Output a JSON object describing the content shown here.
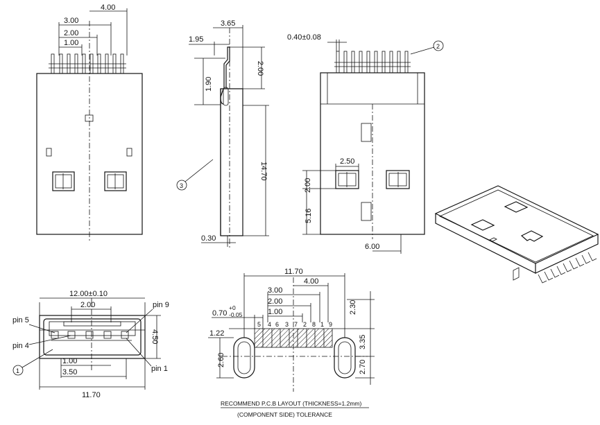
{
  "top_view": {
    "dim_400": "4.00",
    "dim_300": "3.00",
    "dim_200": "2.00",
    "dim_100": "1.00"
  },
  "side_view": {
    "dim_365": "3.65",
    "dim_195": "1.95",
    "dim_200": "2.00",
    "dim_190": "1.90",
    "dim_1470": "14.70",
    "dim_030": "0.30",
    "callout": "3"
  },
  "bottom_view": {
    "dim_pitch": "0.40±0.08",
    "dim_250": "2.50",
    "dim_200": "2.00",
    "dim_516": "5.16",
    "dim_600": "6.00",
    "callout": "2"
  },
  "front_view": {
    "dim_width": "12.00±0.10",
    "dim_200": "2.00",
    "dim_450": "4.50",
    "dim_100": "1.00",
    "dim_350": "3.50",
    "dim_1170": "11.70",
    "pin5": "pin 5",
    "pin4": "pin 4",
    "pin9": "pin 9",
    "pin1": "pin  1",
    "callout": "1"
  },
  "pcb_layout": {
    "dim_1170": "11.70",
    "dim_400": "4.00",
    "dim_300": "3.00",
    "dim_200": "2.00",
    "dim_100": "1.00",
    "dim_070": "0.70",
    "dim_070_tol": "+0\n-0.05",
    "dim_070_tol_plus": "+0",
    "dim_070_tol_minus": "-0.05",
    "dim_122": "1.22",
    "dim_260": "2.60",
    "dim_230": "2.30",
    "dim_335": "3.35",
    "dim_270": "2.70",
    "pin_numbers": [
      "5",
      "4",
      "6",
      "3",
      "7",
      "2",
      "8",
      "1",
      "9"
    ],
    "caption_line1": "RECOMMEND P.C.B LAYOUT (THICKNESS=1.2mm)",
    "caption_line2": "(COMPONENT SIDE)  TOLERANCE"
  }
}
